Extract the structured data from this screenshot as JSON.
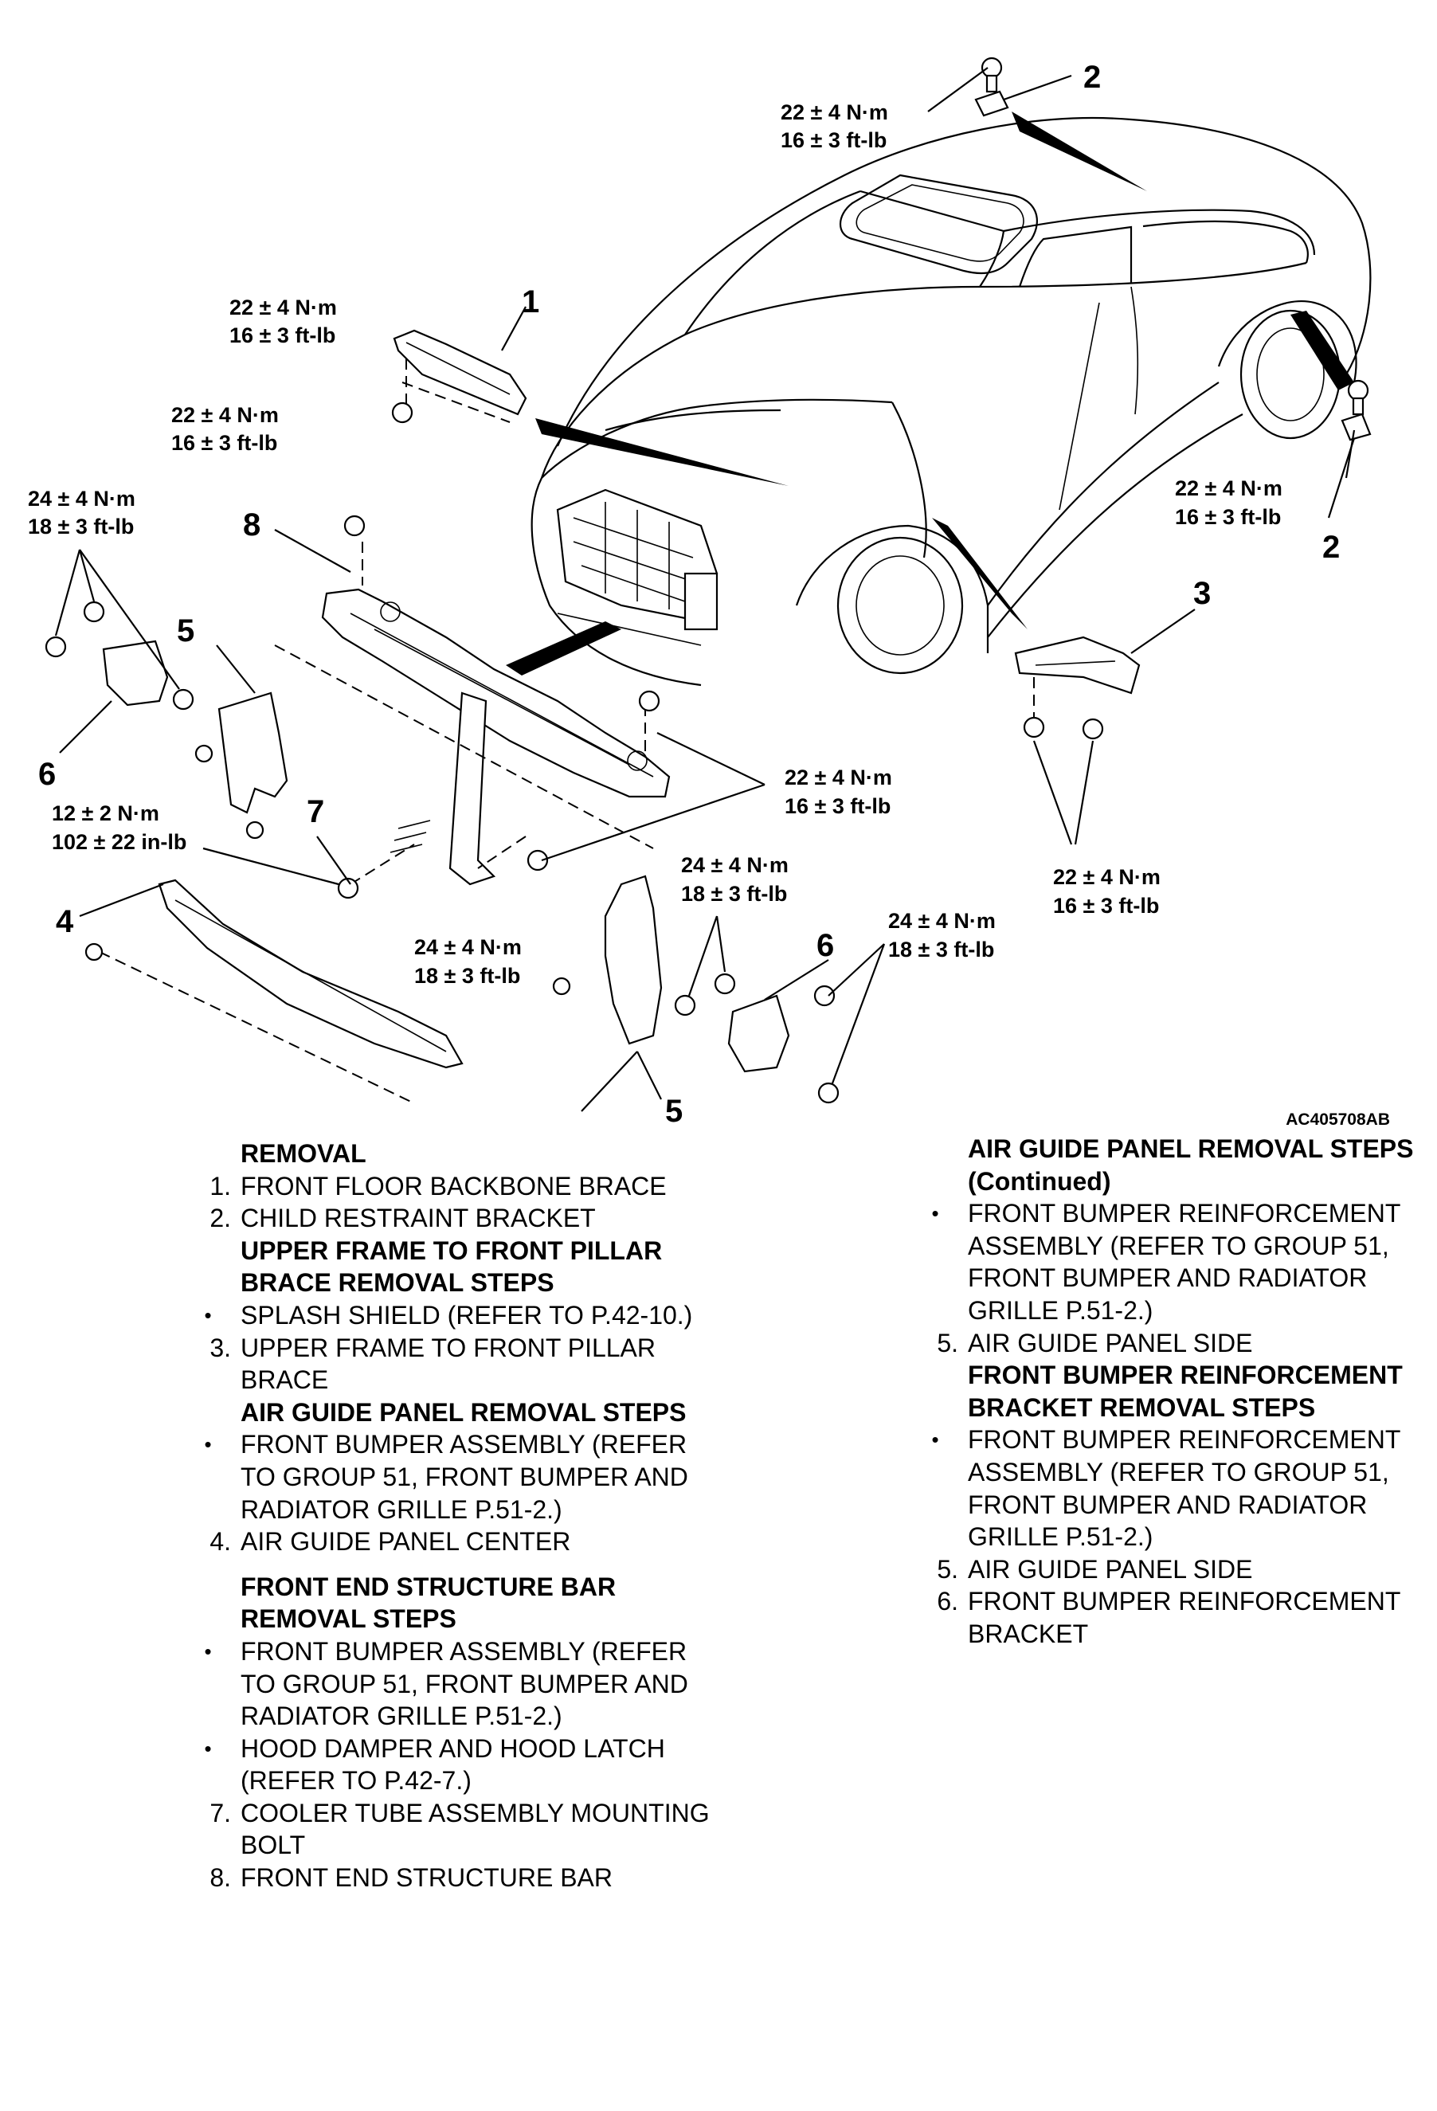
{
  "figure_id": "AC405708AB",
  "torques": {
    "t2_top": [
      "22 ± 4 N·m",
      "16 ± 3 ft-lb"
    ],
    "t1": [
      "22 ± 4 N·m",
      "16 ± 3 ft-lb"
    ],
    "t8": [
      "22 ± 4 N·m",
      "16 ± 3 ft-lb"
    ],
    "t6_left": [
      "24 ± 4 N·m",
      "18 ± 3 ft-lb"
    ],
    "t2_right": [
      "22 ± 4 N·m",
      "16 ± 3 ft-lb"
    ],
    "t_bar_right": [
      "22 ± 4 N·m",
      "16 ± 3 ft-lb"
    ],
    "t7": [
      "12 ± 2 N·m",
      "102 ± 22 in-lb"
    ],
    "t_center": [
      "24 ± 4 N·m",
      "18 ± 3 ft-lb"
    ],
    "t6_mid": [
      "24 ± 4 N·m",
      "18 ± 3 ft-lb"
    ],
    "t6_right": [
      "24 ± 4 N·m",
      "18 ± 3 ft-lb"
    ],
    "t3": [
      "22 ± 4 N·m",
      "16 ± 3 ft-lb"
    ]
  },
  "callouts": {
    "c1": "1",
    "c2_top": "2",
    "c2_right": "2",
    "c3": "3",
    "c4": "4",
    "c5_left": "5",
    "c5_bottom": "5",
    "c6_left": "6",
    "c6_mid": "6",
    "c7": "7",
    "c8": "8"
  },
  "left_column": [
    {
      "kind": "head",
      "text": "REMOVAL"
    },
    {
      "kind": "num",
      "mark": "1.",
      "text": "FRONT FLOOR BACKBONE BRACE"
    },
    {
      "kind": "num",
      "mark": "2.",
      "text": "CHILD RESTRAINT BRACKET"
    },
    {
      "kind": "head",
      "text": "UPPER FRAME TO FRONT PILLAR BRACE REMOVAL STEPS"
    },
    {
      "kind": "bullet",
      "mark": "•",
      "text": "SPLASH SHIELD (REFER TO P.42-10.)"
    },
    {
      "kind": "num",
      "mark": "3.",
      "text": "UPPER FRAME TO FRONT PILLAR BRACE"
    },
    {
      "kind": "head",
      "text": "AIR GUIDE PANEL REMOVAL STEPS"
    },
    {
      "kind": "bullet",
      "mark": "•",
      "text": "FRONT BUMPER ASSEMBLY (REFER TO GROUP 51, FRONT BUMPER AND RADIATOR GRILLE P.51-2.)"
    },
    {
      "kind": "num",
      "mark": "4.",
      "text": "AIR GUIDE PANEL CENTER"
    },
    {
      "kind": "head",
      "text": "FRONT END STRUCTURE BAR REMOVAL STEPS",
      "gap": true
    },
    {
      "kind": "bullet",
      "mark": "•",
      "text": "FRONT BUMPER ASSEMBLY (REFER TO GROUP 51, FRONT BUMPER AND RADIATOR GRILLE P.51-2.)"
    },
    {
      "kind": "bullet",
      "mark": "•",
      "text": "HOOD DAMPER AND HOOD LATCH (REFER TO P.42-7.)"
    },
    {
      "kind": "num",
      "mark": "7.",
      "text": "COOLER TUBE ASSEMBLY MOUNTING BOLT"
    },
    {
      "kind": "num",
      "mark": "8.",
      "text": "FRONT END STRUCTURE BAR"
    }
  ],
  "right_column": [
    {
      "kind": "head",
      "text": "AIR GUIDE PANEL REMOVAL STEPS (Continued)"
    },
    {
      "kind": "bullet",
      "mark": "•",
      "text": "FRONT BUMPER REINFORCEMENT ASSEMBLY (REFER TO GROUP 51, FRONT BUMPER AND RADIATOR GRILLE P.51-2.)"
    },
    {
      "kind": "num",
      "mark": "5.",
      "text": "AIR GUIDE PANEL SIDE"
    },
    {
      "kind": "head",
      "text": "FRONT BUMPER REINFORCEMENT BRACKET REMOVAL STEPS"
    },
    {
      "kind": "bullet",
      "mark": "•",
      "text": "FRONT BUMPER REINFORCEMENT ASSEMBLY (REFER TO GROUP 51, FRONT BUMPER AND RADIATOR GRILLE P.51-2.)"
    },
    {
      "kind": "num",
      "mark": "5.",
      "text": "AIR GUIDE PANEL SIDE"
    },
    {
      "kind": "num",
      "mark": "6.",
      "text": "FRONT BUMPER REINFORCEMENT BRACKET"
    }
  ]
}
